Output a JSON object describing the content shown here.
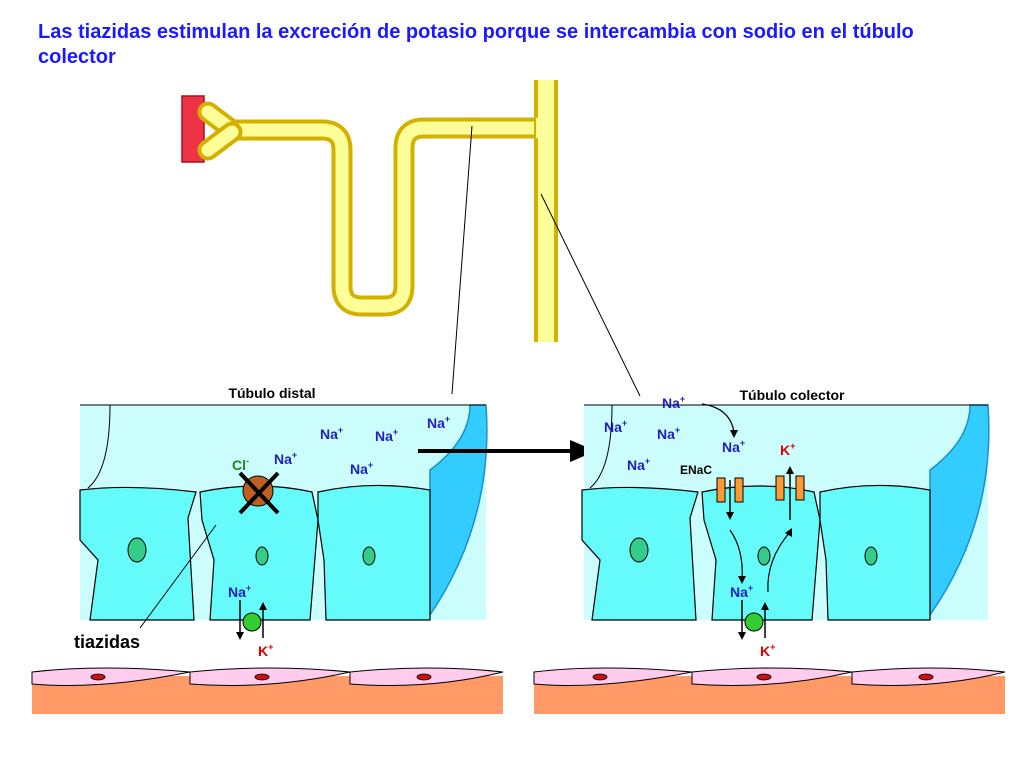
{
  "title": "Las tiazidas estimulan la excreción de potasio porque se intercambia con sodio en el túbulo colector",
  "labels": {
    "distal": "Túbulo distal",
    "colector": "Túbulo colector",
    "tiazidas": "tiazidas",
    "enac": "ENaC",
    "na": "Na",
    "k": "K",
    "cl": "Cl",
    "plus": "+",
    "minus": "-"
  },
  "colors": {
    "title": "#1a1aff",
    "lumen": "#ccfdfd",
    "cell": "#66fbfb",
    "blue_wall": "#33ccff",
    "tubule": "#ffff99",
    "tubule_edge": "#d4b000",
    "vessel": "#ee3344",
    "interstitium": "#ff9966",
    "endothelium": "#ffccee",
    "cotransporter": "#c06020",
    "exchanger": "#33cc33",
    "channel": "#ff9933"
  }
}
